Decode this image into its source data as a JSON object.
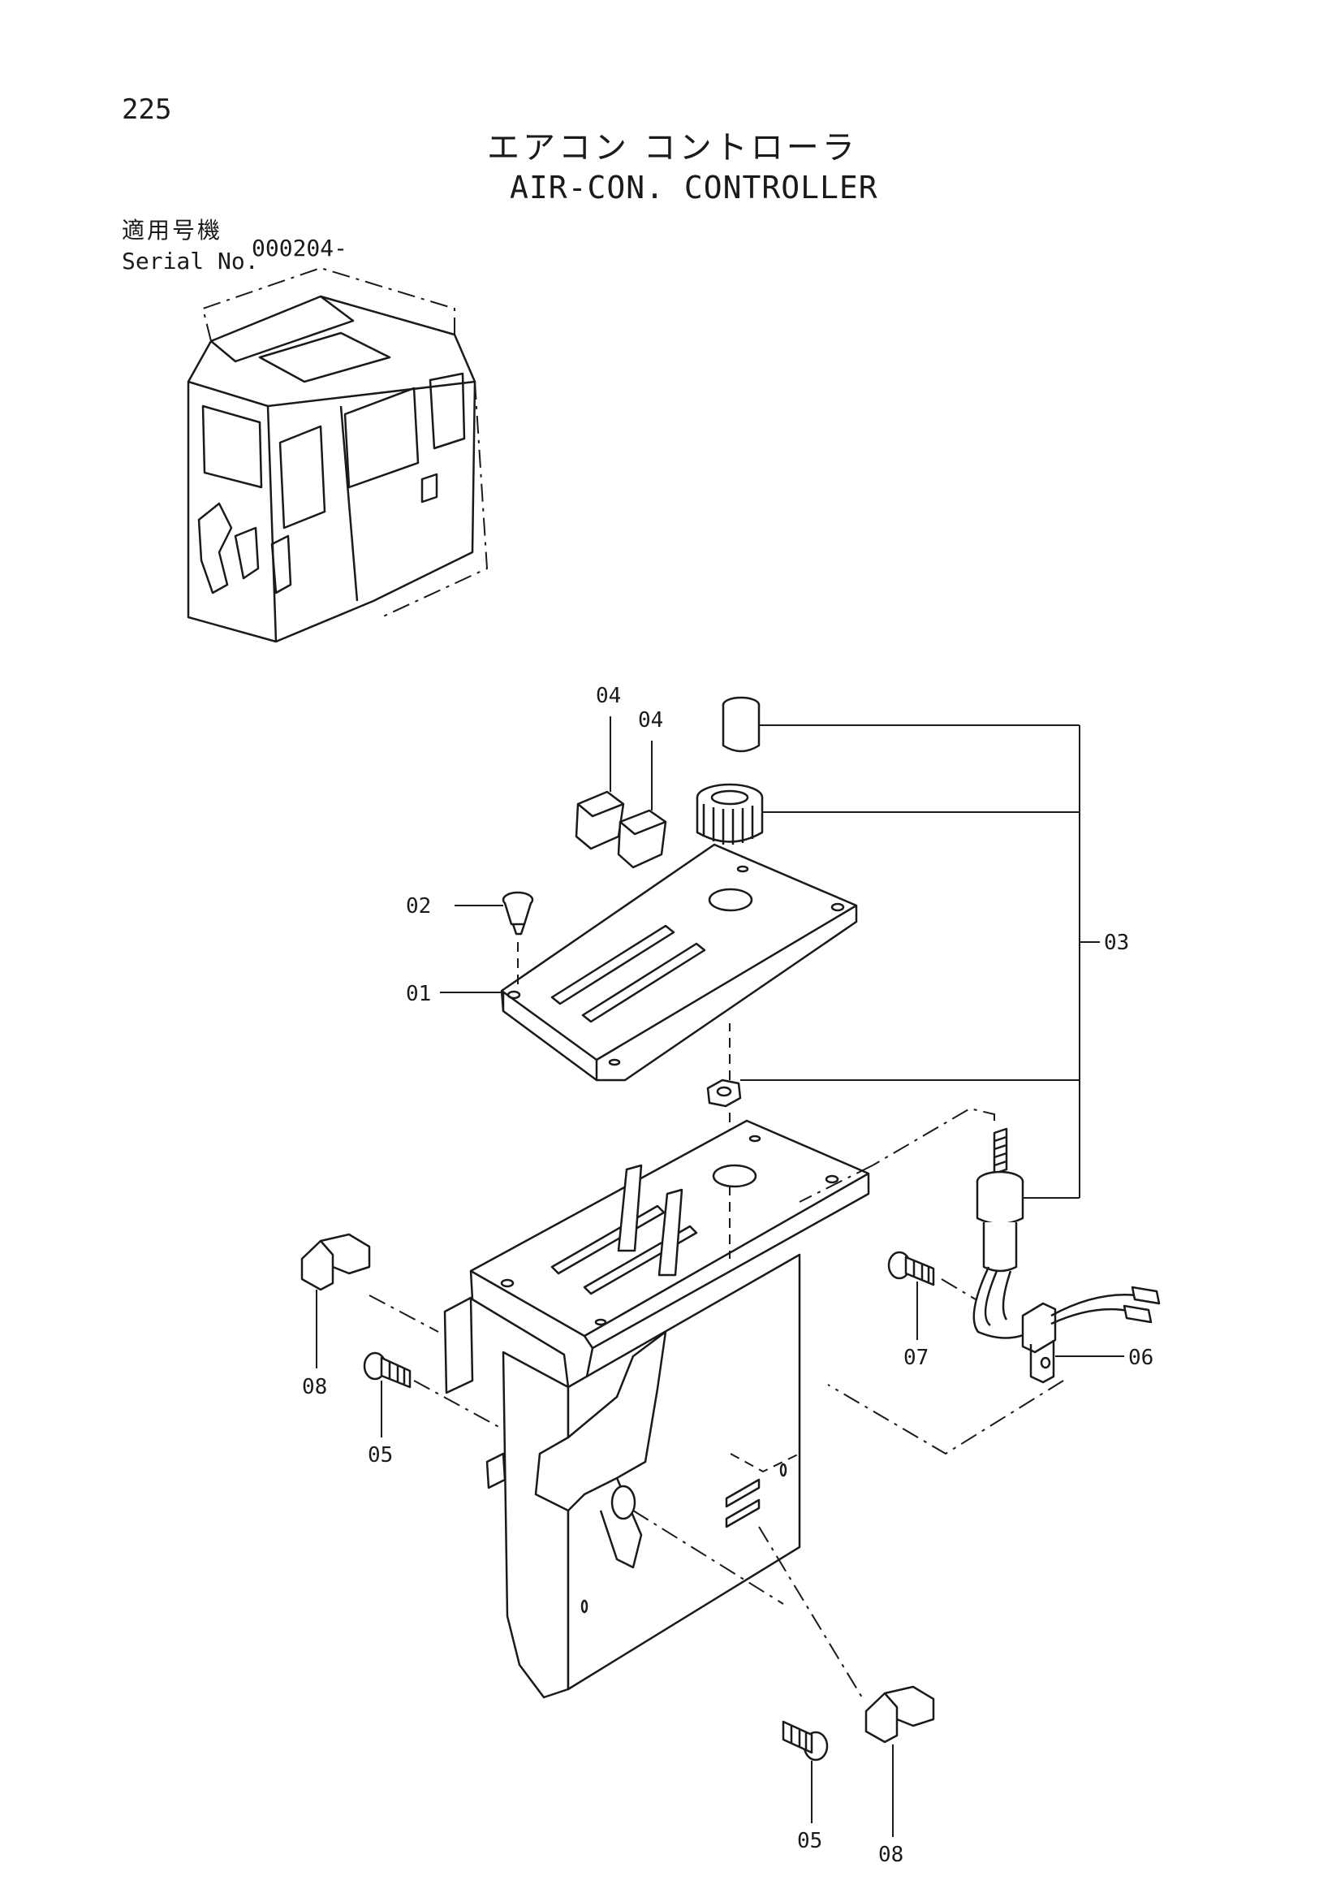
{
  "header": {
    "page_number": "225",
    "title_jp": "エアコン コントローラ",
    "title_en": "AIR-CON. CONTROLLER"
  },
  "serial": {
    "label_jp": "適用号機",
    "label_en": "Serial No.",
    "value": "000204-"
  },
  "callouts": [
    {
      "id": "04a",
      "text": "04"
    },
    {
      "id": "04b",
      "text": "04"
    },
    {
      "id": "02",
      "text": "02"
    },
    {
      "id": "01",
      "text": "01"
    },
    {
      "id": "03",
      "text": "03"
    },
    {
      "id": "07",
      "text": "07"
    },
    {
      "id": "06",
      "text": "06"
    },
    {
      "id": "08a",
      "text": "08"
    },
    {
      "id": "05a",
      "text": "05"
    },
    {
      "id": "05b",
      "text": "05"
    },
    {
      "id": "08b",
      "text": "08"
    }
  ]
}
